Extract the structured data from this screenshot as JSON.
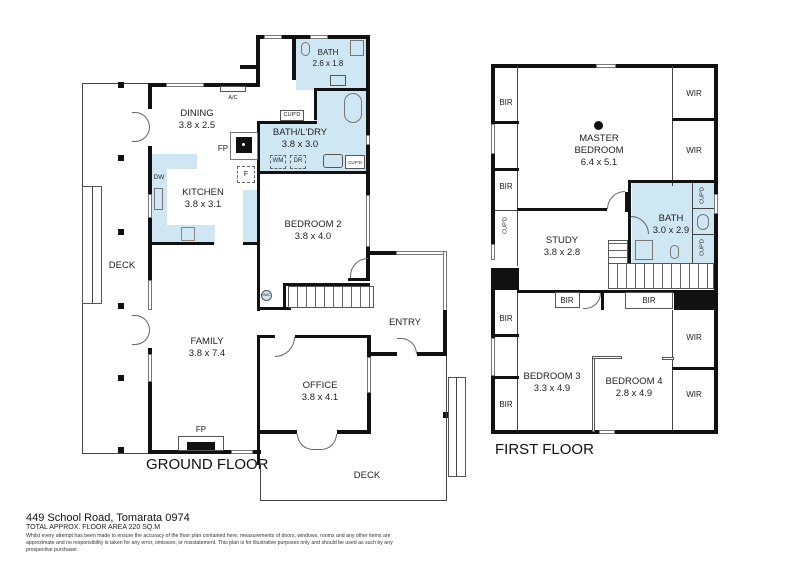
{
  "colors": {
    "wall": "#111111",
    "wet_area": "#cfe6f3",
    "background": "#ffffff"
  },
  "ground_floor": {
    "title": "GROUND FLOOR",
    "rooms": {
      "bath": {
        "name": "BATH",
        "size": "2.6 x 1.8"
      },
      "dining": {
        "name": "DINING",
        "size": "3.8 x 2.5"
      },
      "bath_laundry": {
        "name": "BATH/L'DRY",
        "size": "3.8 x 3.0"
      },
      "kitchen": {
        "name": "KITCHEN",
        "size": "3.8 x 3.1"
      },
      "bedroom2": {
        "name": "BEDROOM 2",
        "size": "3.8 x 4.0"
      },
      "deck_west": {
        "name": "DECK"
      },
      "entry": {
        "name": "ENTRY"
      },
      "family": {
        "name": "FAMILY",
        "size": "3.8 x 7.4"
      },
      "office": {
        "name": "OFFICE",
        "size": "3.8 x 4.1"
      },
      "deck_south": {
        "name": "DECK"
      }
    },
    "fixtures": {
      "ac": "A/C",
      "cupd1": "CUP'D",
      "cupd2": "CUP'D",
      "fp_dining": "FP",
      "fridge": "F",
      "wm": "WM",
      "dr": "DR",
      "dw": "DW",
      "fp_family": "FP",
      "hwc": "HWC"
    }
  },
  "first_floor": {
    "title": "FIRST FLOOR",
    "rooms": {
      "master": {
        "name1": "MASTER",
        "name2": "BEDROOM",
        "size": "6.4 x 5.1"
      },
      "study": {
        "name": "STUDY",
        "size": "3.8 x 2.8"
      },
      "bath": {
        "name": "BATH",
        "size": "3.0 x 2.9"
      },
      "bedroom3": {
        "name": "BEDROOM 3",
        "size": "3.3 x 4.9"
      },
      "bedroom4": {
        "name": "BEDROOM 4",
        "size": "2.8 x 4.9"
      }
    },
    "storage": {
      "bir1": "BIR",
      "bir2": "BIR",
      "bir3": "BIR",
      "bir4": "BIR",
      "bir5": "BIR",
      "bir6": "BIR",
      "wir1": "WIR",
      "wir2": "WIR",
      "wir3": "WIR",
      "wir4": "WIR",
      "cupd1": "CUP'D",
      "cupd2": "CUP'D",
      "cupd3": "CUP'D"
    }
  },
  "footer": {
    "address": "449 School Road, Tomarata 0974",
    "floor_area": "TOTAL APPROX. FLOOR AREA 220 SQ.M",
    "disclaimer": "Whilst every attempt has been made to ensure the accuracy of the floor plan contained here, measurements of doors, windows, rooms and any other items are approximate and no responsibility is taken for any error, omission, or misstatement. This plan is for illustrative purposes only and should be used as such by any prospective purchaser."
  }
}
